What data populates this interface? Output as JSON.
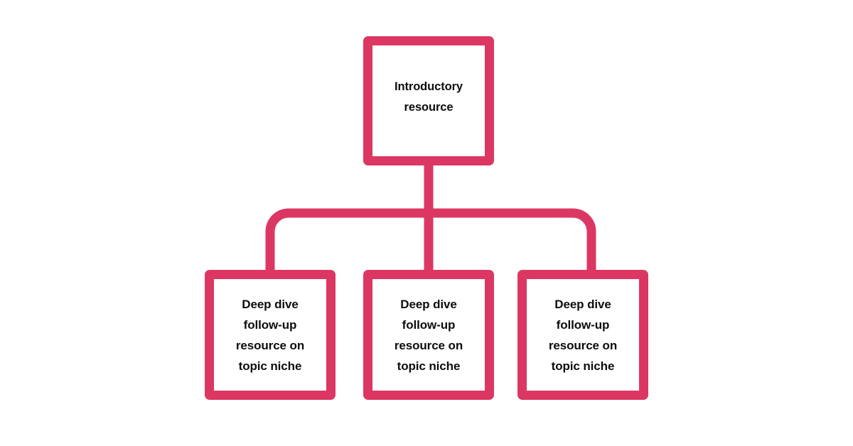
{
  "diagram": {
    "type": "hierarchy-tree",
    "background_color": "#FFFFFF",
    "accent_color": "#DC3763",
    "text_color": "#0D0D0D",
    "nodes": {
      "root": {
        "id": "introductory-resource",
        "label": "Introductory\nresource"
      },
      "children": [
        {
          "id": "deep-dive-1",
          "label": "Deep dive\nfollow-up\nresource on\ntopic niche"
        },
        {
          "id": "deep-dive-2",
          "label": "Deep dive\nfollow-up\nresource on\ntopic niche"
        },
        {
          "id": "deep-dive-3",
          "label": "Deep dive\nfollow-up\nresource on\ntopic niche"
        }
      ]
    },
    "connectors": {
      "root_stem_label": "root-to-bus-connector",
      "bus_label": "horizontal-distribution-bus",
      "branch_labels": [
        "branch-to-child-1",
        "branch-to-child-2",
        "branch-to-child-3"
      ]
    }
  }
}
